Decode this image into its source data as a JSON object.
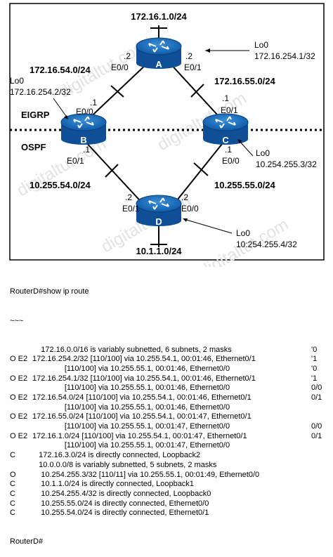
{
  "diagram": {
    "top_network": "172.16.1.0/24",
    "bottom_network": "10.1.1.0/24",
    "routers": [
      {
        "name": "A",
        "loopback": "Lo0",
        "loopback_ip": "172.16.254.1/32"
      },
      {
        "name": "B",
        "loopback": "Lo0",
        "loopback_ip": "172.16.254.2/32"
      },
      {
        "name": "C",
        "loopback": "Lo0",
        "loopback_ip": "10.254.255.3/32"
      },
      {
        "name": "D",
        "loopback": "Lo0",
        "loopback_ip": "10:254.255.4/32"
      }
    ],
    "links": {
      "ab": {
        "network": "172.16.54.0/24",
        "a_host": ".2",
        "a_if": "E0/0",
        "b_host": ".1",
        "b_if": "E0/0"
      },
      "ac": {
        "network": "172.16.55.0/24",
        "a_host": ".2",
        "a_if": "E0/1",
        "c_host": ".1",
        "c_if": "E0/1"
      },
      "bd": {
        "network": "10.255.54.0/24",
        "b_host": ".1",
        "b_if": "E0/1",
        "d_host": ".2",
        "d_if": "E0/1"
      },
      "cd": {
        "network": "10.255.55.0/24",
        "c_host": ".1",
        "c_if": "E0/0",
        "d_host": ".2",
        "d_if": "E0/0"
      }
    },
    "protocols": {
      "upper": "EIGRP",
      "lower": "OSPF"
    },
    "watermark": "digitaltut.com"
  },
  "output": {
    "prompt": "RouterD#show ip route",
    "ellipsis": "~~~",
    "lines": [
      {
        "code": "",
        "text": "    172.16.0.0/16 is variably subnetted, 6 subnets, 2 masks",
        "rc": "'0"
      },
      {
        "code": "O E2",
        "text": "172.16.254.2/32 [110/100] via 10.255.54.1, 00:01:46, Ethernet0/1",
        "rc": "'1"
      },
      {
        "code": "",
        "text": "               [110/100] via 10.255.55.1, 00:01:46, Ethernet0/0",
        "rc": "'0"
      },
      {
        "code": "O E2",
        "text": "172.16.254.1/32 [110/100] via 10.255.54.1, 00:01:46, Ethernet0/1",
        "rc": "'1"
      },
      {
        "code": "",
        "text": "               [110/100] via 10.255.55.1, 00:01:46, Ethernet0/0",
        "rc": "0/0"
      },
      {
        "code": "O E2",
        "text": "172.16.54.0/24 [110/100] via 10.255.54.1, 00:01:46, Ethernet0/1",
        "rc": "0/1"
      },
      {
        "code": "",
        "text": "               [110/100] via 10.255.55.1, 00:01:46, Ethernet0/0",
        "rc": ""
      },
      {
        "code": "O E2",
        "text": "172.16.55.0/24 [110/100] via 10.255.54.1, 00:01:47, Ethernet0/1",
        "rc": ""
      },
      {
        "code": "",
        "text": "               [110/100] via 10.255.55.1, 00:01:47, Ethernet0/0",
        "rc": "0/0"
      },
      {
        "code": "O E2",
        "text": "172.16.1.0/24 [110/100] via 10.255.54.1, 00:01:47, Ethernet0/1",
        "rc": "0/1"
      },
      {
        "code": "",
        "text": "               [110/100] via 10.255.55.1, 00:01:47, Ethernet0/0",
        "rc": ""
      },
      {
        "code": "C",
        "text": "   172.16.3.0/24 is directly connected, Loopback2",
        "rc": ""
      },
      {
        "code": "",
        "text": "   10.0.0.0/8 is variably subnetted, 5 subnets, 2 masks",
        "rc": ""
      },
      {
        "code": "O",
        "text": "    10.254.255.3/32 [110/11] via 10.255.55.1, 00:01:49, Ethernet0/0",
        "rc": ""
      },
      {
        "code": "C",
        "text": "    10.1.1.0/24 is directly connected, Loopback1",
        "rc": ""
      },
      {
        "code": "C",
        "text": "    10.254.255.4/32 is directly connected, Loopback0",
        "rc": ""
      },
      {
        "code": "C",
        "text": "    10.255.55.0/24 is directly connected, Ethernet0/0",
        "rc": ""
      },
      {
        "code": "C",
        "text": "    10.255.54.0/24 is directly connected, Ethernet0/1",
        "rc": ""
      }
    ],
    "end_prompt": "RouterD#"
  }
}
